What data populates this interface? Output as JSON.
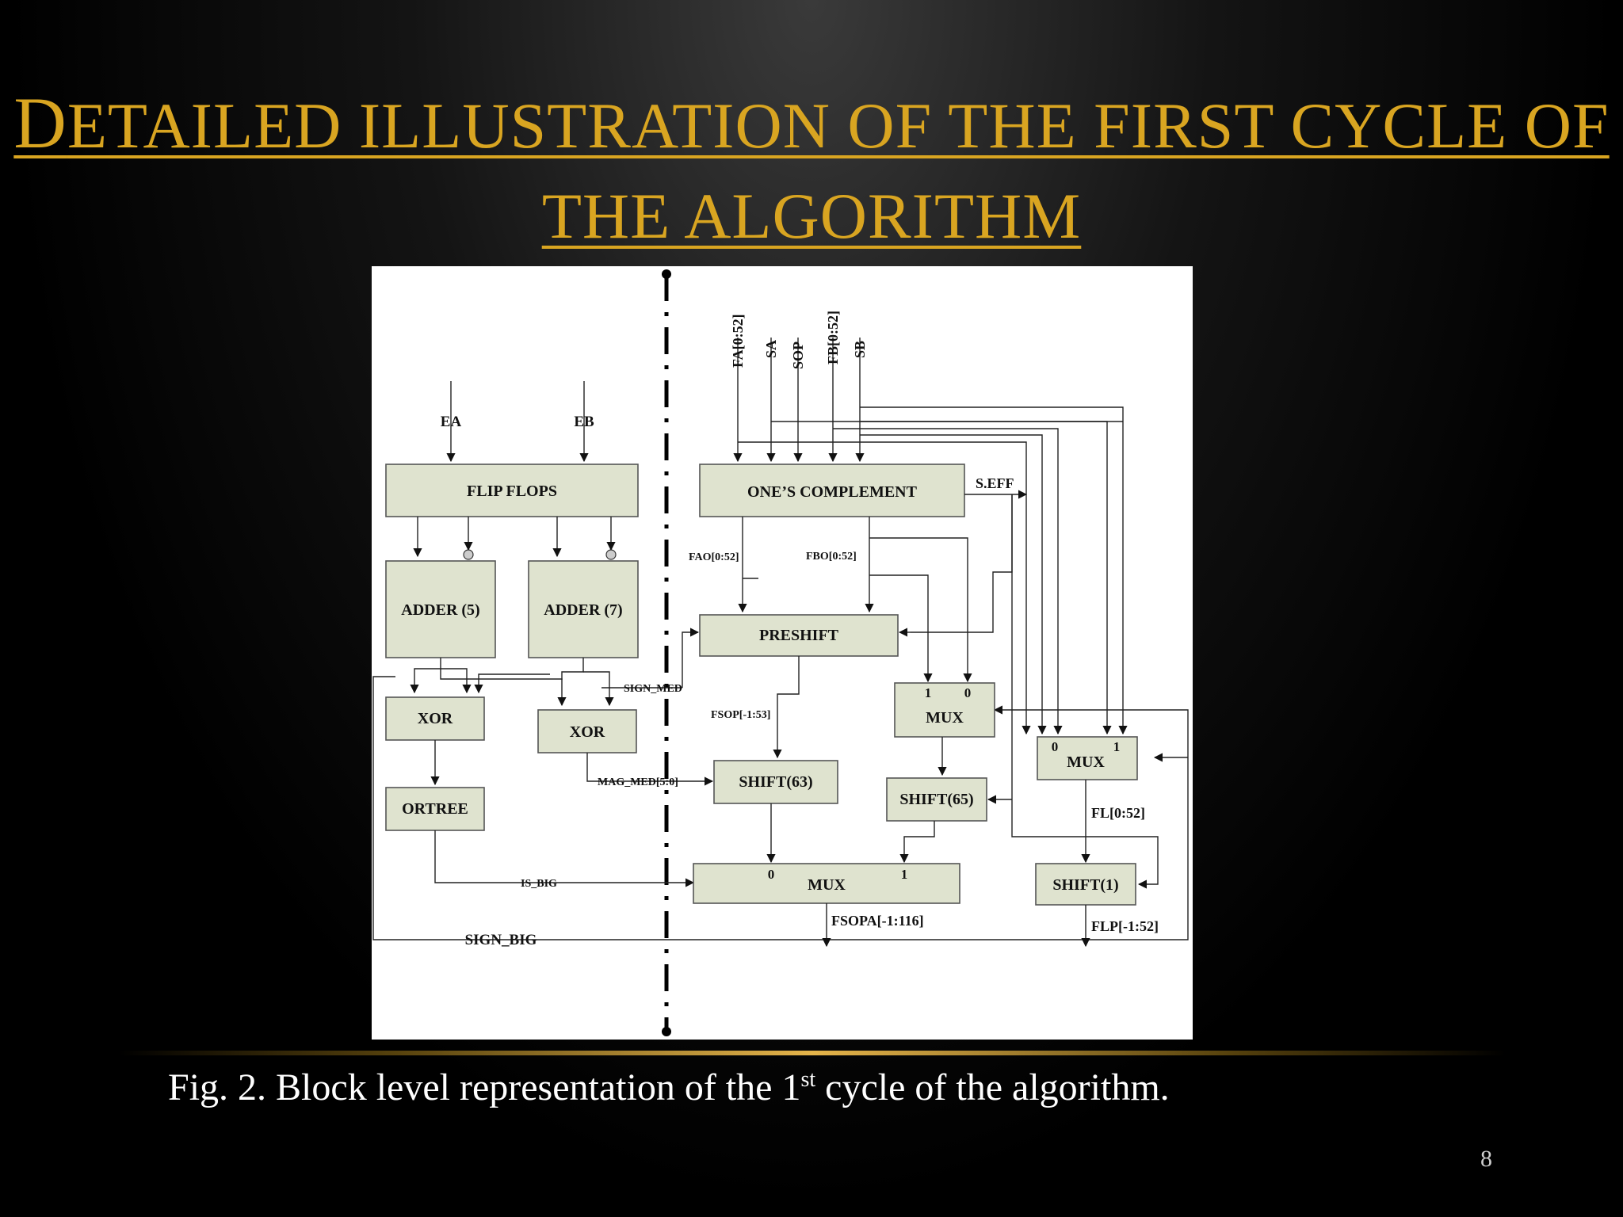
{
  "slide": {
    "title_first_letter": "D",
    "title_rest": "etailed Illustration of the first cycle of the algorithm",
    "caption_before": "Fig. 2. Block level representation of the 1",
    "caption_sup": "st",
    "caption_after": " cycle of the algorithm.",
    "page_number": "8"
  },
  "diagram": {
    "blocks": {
      "flip_flops": "FLIP FLOPS",
      "adder5": "ADDER (5)",
      "adder7": "ADDER (7)",
      "xor_left": "XOR",
      "xor_right": "XOR",
      "ortree": "ORTREE",
      "ones_complement": "ONE’S COMPLEMENT",
      "preshift": "PRESHIFT",
      "mux_upper": "MUX",
      "mux_right": "MUX",
      "shift63": "SHIFT(63)",
      "shift65": "SHIFT(65)",
      "mux_bottom": "MUX",
      "shift1": "SHIFT(1)"
    },
    "mux_inputs": {
      "upper_1": "1",
      "upper_0": "0",
      "right_0": "0",
      "right_1": "1",
      "bottom_0": "0",
      "bottom_1": "1"
    },
    "signals": {
      "ea": "EA",
      "eb": "EB",
      "fa": "FA[0:52]",
      "sa": "SA",
      "sop": "SOP",
      "fb": "FB[0:52]",
      "sb": "SB",
      "s_eff": "S.EFF",
      "fao": "FAO[0:52]",
      "fbo": "FBO[0:52]",
      "sign_med": "SIGN_MED",
      "fsop": "FSOP[-1:53]",
      "mag_med": "MAG_MED[5:0]",
      "is_big": "IS_BIG",
      "fsopa": "FSOPA[-1:116]",
      "fl": "FL[0:52]",
      "flp": "FLP[-1:52]",
      "sign_big": "SIGN_BIG"
    }
  }
}
